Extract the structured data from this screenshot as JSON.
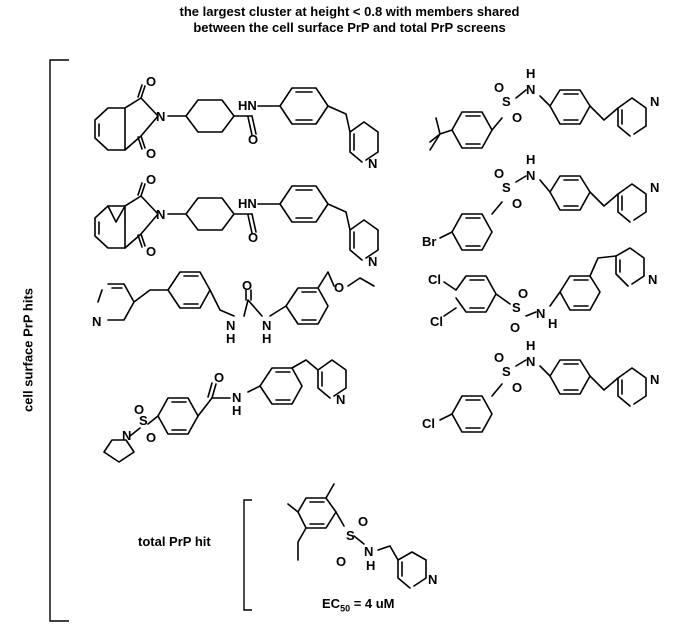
{
  "title": {
    "line1": "the largest cluster at height < 0.8 with members shared",
    "line2": "between the cell surface PrP and total PrP screens"
  },
  "labels": {
    "cell_surface": "cell surface PrP hits",
    "total": "total PrP hit",
    "ec50_prefix": "EC",
    "ec50_sub": "50",
    "ec50_value": " = 4 uM"
  },
  "atoms": {
    "O": "O",
    "N": "N",
    "HN": "HN",
    "H": "H",
    "S": "S",
    "Br": "Br",
    "Cl": "Cl"
  }
}
